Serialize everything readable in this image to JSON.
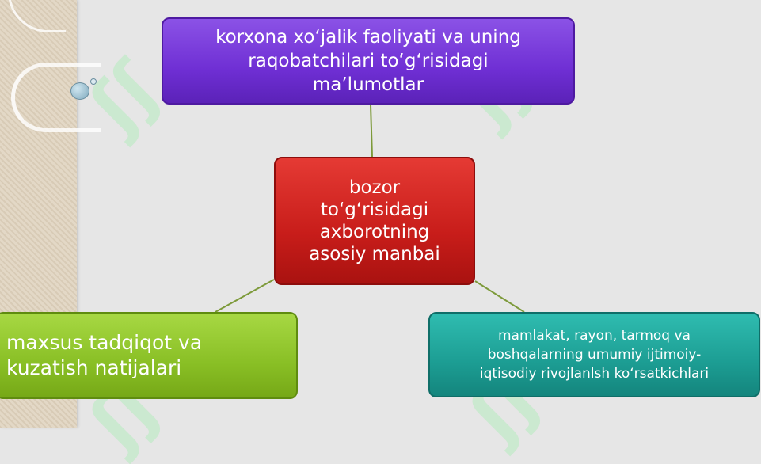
{
  "diagram": {
    "nodes": {
      "top": "korxona xo‘jalik faoliyati va uning\nraqobatchilari to‘g‘risidagi\nma’lumotlar",
      "center": "bozor\nto‘g‘risidagi\naxborotning\nasosiy manbai",
      "left": "maxsus tadqiqot va\nkuzatish natijalari",
      "right": "mamlakat, rayon, tarmoq va\nboshqalarning umumiy ijtimoiy-\niqtisodiy rivojlanlsh ko‘rsatkichlari"
    },
    "connector_color": "#7d9a3a"
  }
}
